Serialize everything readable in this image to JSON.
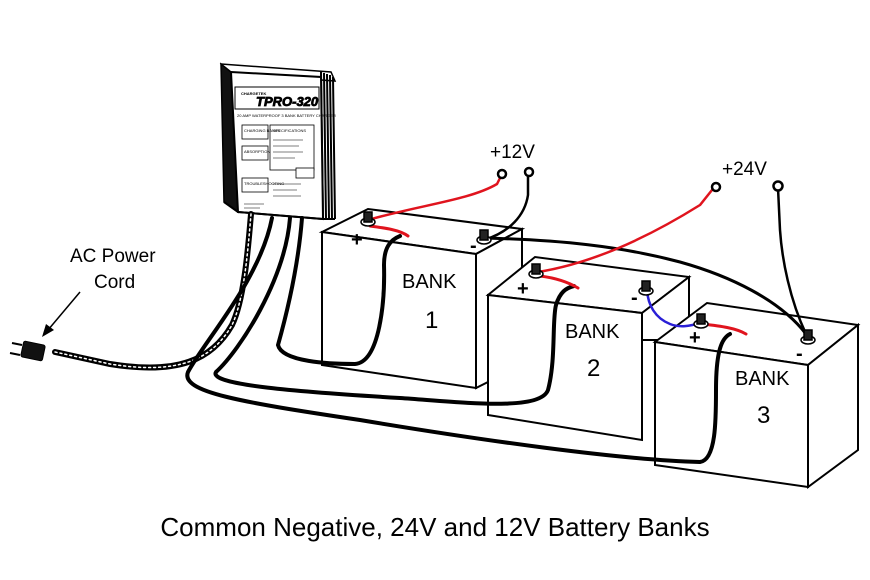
{
  "caption": "Common Negative, 24V and 12V Battery Banks",
  "charger": {
    "brand": "CHARGETEK",
    "model": "TPRO-320",
    "subtitle": "20 AMP WATERPROOF 3 BANK BATTERY CHARGER",
    "panel_lines": [
      "CHARGING BANKS",
      "SPECIFICATIONS",
      "ABSORPTION",
      "TROUBLESHOOTING"
    ]
  },
  "labels": {
    "ac_cord_line1": "AC Power",
    "ac_cord_line2": "Cord",
    "plus12": "+12V",
    "plus24": "+24V"
  },
  "banks": [
    {
      "word": "BANK",
      "number": "1",
      "pos": "+",
      "neg": "-"
    },
    {
      "word": "BANK",
      "number": "2",
      "pos": "+",
      "neg": "-"
    },
    {
      "word": "BANK",
      "number": "3",
      "pos": "+",
      "neg": "-"
    }
  ],
  "colors": {
    "positive_wire": "#e0141e",
    "jumper_wire": "#2a1fd6",
    "cable": "#000000",
    "outline": "#000000"
  }
}
